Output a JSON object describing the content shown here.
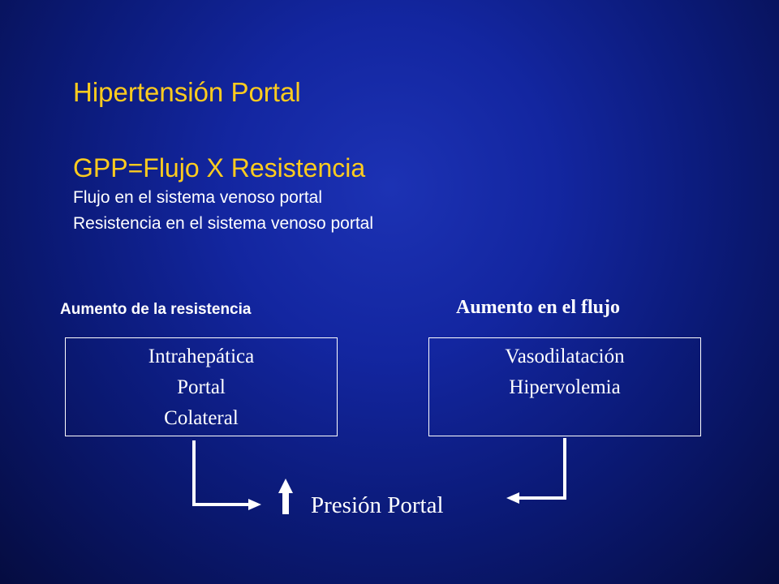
{
  "slide": {
    "title": "Hipertensión Portal",
    "formula": "GPP=Flujo X Resistencia",
    "lines": [
      "Flujo en el sistema venoso portal",
      "Resistencia en el sistema venoso portal"
    ]
  },
  "diagram": {
    "left": {
      "label": "Aumento de la resistencia",
      "items": [
        "Intrahepática",
        "Portal",
        "Colateral"
      ]
    },
    "right": {
      "label": "Aumento en el flujo",
      "items": [
        "Vasodilatación",
        "Hipervolemia"
      ]
    },
    "result": "Presión Portal"
  },
  "colors": {
    "title": "#ffcc1e",
    "text": "#ffffff",
    "background": "#1326a0"
  },
  "icons": [
    "arrow-right-icon",
    "arrow-left-icon",
    "arrow-up-icon"
  ]
}
